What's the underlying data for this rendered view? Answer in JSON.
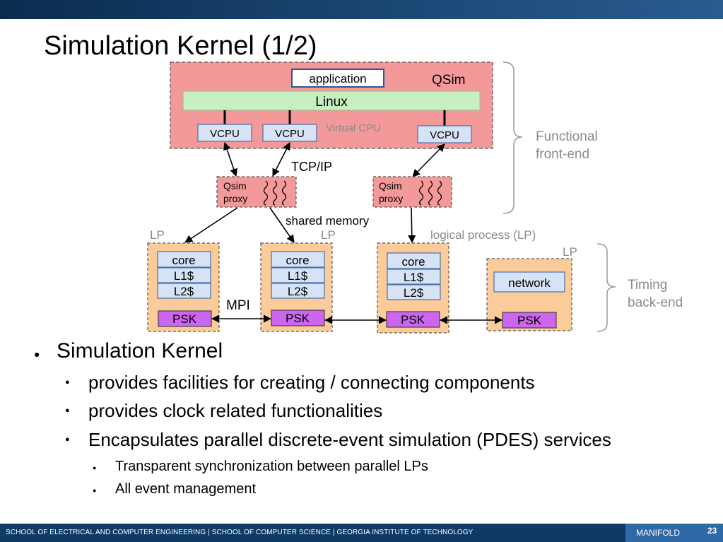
{
  "slide": {
    "title": "Simulation Kernel (1/2)"
  },
  "diagram": {
    "qsim_label": "QSim",
    "application_label": "application",
    "linux_label": "Linux",
    "vcpu_label": "VCPU",
    "virtual_cpu_label": "Virtual CPU",
    "tcpip_label": "TCP/IP",
    "qsim_proxy_line1": "Qsim",
    "qsim_proxy_line2": "proxy",
    "shared_memory_label": "shared memory",
    "lp_label": "LP",
    "logical_process_label": "logical process (LP)",
    "core_label": "core",
    "l1_label": "L1$",
    "l2_label": "L2$",
    "psk_label": "PSK",
    "network_label": "network",
    "mpi_label": "MPI",
    "functional_line1": "Functional",
    "functional_line2": "front-end",
    "timing_line1": "Timing",
    "timing_line2": "back-end"
  },
  "bullets": {
    "level1": "Simulation Kernel",
    "level2": [
      "provides facilities for creating / connecting components",
      "provides clock related functionalities",
      "Encapsulates parallel discrete-event simulation (PDES) services"
    ],
    "level3": [
      "Transparent synchronization between parallel LPs",
      "All event management"
    ]
  },
  "footer": {
    "institution": "SCHOOL OF ELECTRICAL AND COMPUTER ENGINEERING | SCHOOL OF COMPUTER SCIENCE | GEORGIA INSTITUTE OF TECHNOLOGY",
    "brand": "MANIFOLD",
    "page_number": "23"
  },
  "colors": {
    "qsim_fill": "#f4999a",
    "lp_fill": "#fbcb9a",
    "linux_fill": "#c6f0c2",
    "vcpu_fill": "#d6e2f5",
    "psk_fill": "#cc66f0",
    "header_band": "#0f3a66",
    "muted_text": "#8a8a8a"
  }
}
